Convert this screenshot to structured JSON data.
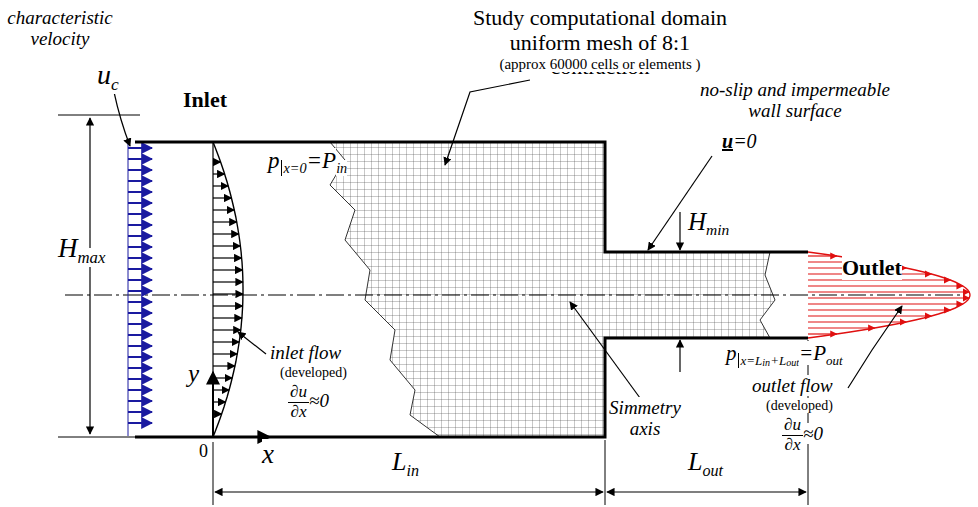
{
  "diagram": {
    "labels": [
      "characteristic velocity",
      "u",
      "c",
      "Inlet",
      "H",
      "max",
      "p",
      "x=0",
      "=P",
      "in",
      "Study computational domain",
      "uniform mesh of 8:1 contraction",
      "(approx 60000 cells or elements )",
      "no-slip and impermeable wall surface",
      "u",
      "=0",
      "H",
      "min",
      "Outlet",
      "p",
      "x=L",
      "in",
      "+L",
      "out",
      "=P",
      "out",
      "outlet flow",
      "(developed)",
      "∂u",
      "∂x",
      "≈0",
      "inlet flow",
      "(developed)",
      "∂u",
      "∂x",
      "≈0",
      "y",
      "0",
      "x",
      "Simmetry axis",
      "L",
      "in",
      "L",
      "out"
    ]
  }
}
